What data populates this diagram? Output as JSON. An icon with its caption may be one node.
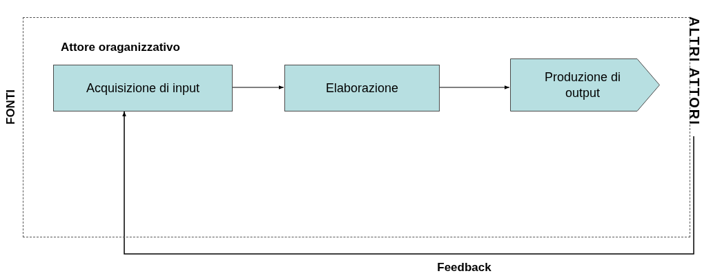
{
  "diagram": {
    "nodes": [
      {
        "text": [
          "Attore oraganizzativo"
        ]
      },
      {
        "text": [
          "Acquisizione di input"
        ],
        "in": 0
      },
      {
        "text": [
          "Elaborazione"
        ],
        "in": 0
      },
      {
        "text": [
          "Produzione di output"
        ],
        "in": 0
      },
      {
        "text": [
          "ALTRI ATTORI"
        ]
      }
    ],
    "edges": [
      {
        "from": 1,
        "to": 2,
        "arrow": "to"
      },
      {
        "from": 2,
        "to": 3,
        "arrow": "to"
      },
      {
        "from": 4,
        "to": 1,
        "arrow": "to",
        "label": "Feedback"
      }
    ],
    "labels": [
      "FONTI"
    ]
  }
}
